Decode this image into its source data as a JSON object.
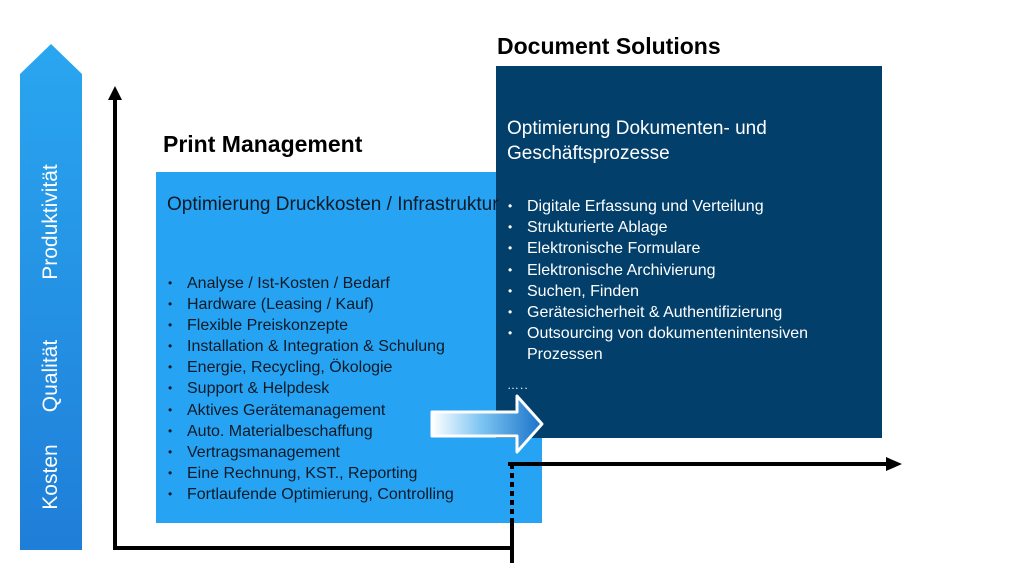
{
  "side_arrow": {
    "labels": [
      "Kosten",
      "Qualität",
      "Produktivität"
    ],
    "fill_top": "#2aa6f0",
    "fill_bottom": "#1f7ed8"
  },
  "print_management": {
    "title": "Print Management",
    "heading": "Optimierung Druckkosten / Infrastruktur",
    "items": [
      "Analyse / Ist-Kosten / Bedarf",
      "Hardware (Leasing / Kauf)",
      "Flexible Preiskonzepte",
      "Installation & Integration & Schulung",
      "Energie, Recycling, Ökologie",
      "Support & Helpdesk",
      "Aktives Gerätemanagement",
      "Auto.  Materialbeschaffung",
      "Vertragsmanagement",
      "Eine Rechnung, KST., Reporting",
      "Fortlaufende Optimierung, Controlling"
    ],
    "box_color": "#27a3f4"
  },
  "document_solutions": {
    "title": "Document Solutions",
    "heading": "Optimierung Dokumenten- und Geschäftsprozesse",
    "items": [
      "Digitale Erfassung und Verteilung",
      "Strukturierte Ablage",
      "Elektronische Formulare",
      "Elektronische Archivierung",
      "Suchen, Finden",
      "Gerätesicherheit & Authentifizierung",
      "Outsourcing von dokumentenintensiven Prozessen"
    ],
    "more": "…..",
    "box_color": "#023f6b"
  }
}
